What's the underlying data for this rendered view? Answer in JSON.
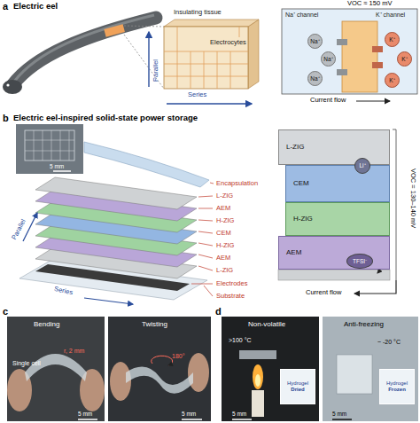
{
  "diagram": {
    "nodes": [
      {
        "text": [
          "Na⁺"
        ]
      },
      {
        "text": [
          "Na⁺"
        ]
      },
      {
        "text": [
          "Na⁺"
        ]
      },
      {
        "text": [
          "K⁺"
        ]
      },
      {
        "text": [
          "K⁺"
        ]
      },
      {
        "text": [
          "K⁺"
        ]
      },
      {
        "text": [
          "L-ZIG"
        ]
      },
      {
        "text": [
          "CEM"
        ]
      },
      {
        "text": [
          "H-ZIG"
        ]
      },
      {
        "text": [
          "AEM"
        ]
      },
      {
        "text": [
          "Li⁺"
        ]
      },
      {
        "text": [
          "TFSI⁻"
        ]
      },
      {
        "text": [
          "Hydrogel",
          "Dried"
        ]
      },
      {
        "text": [
          "Hydrogel",
          "Frozen"
        ]
      }
    ],
    "labels": [
      "a",
      "Electric eel",
      "Insulating tissue",
      "Electrocytes",
      "Parallel",
      "Series",
      "VOC ≈ 150 mV",
      "Na⁺ channel",
      "K⁺ channel",
      "Current flow",
      "b",
      "Electric eel-inspired solid-state power storage",
      "5 mm",
      "Encapsulation",
      "L-ZIG",
      "AEM",
      "H-ZIG",
      "CEM",
      "H-ZIG",
      "AEM",
      "L-ZIG",
      "Electrodes",
      "Substrate",
      "Parallel",
      "Series",
      "VOC = 130–140 mV",
      "Current flow",
      "c",
      "Bending",
      "Twisting",
      "r, 2 mm",
      "Single cell",
      "180°",
      "5 mm",
      "5 mm",
      "d",
      "Non-volatile",
      "Anti-freezing",
      ">100 °C",
      "~ -20 °C",
      "5 mm",
      "5 mm"
    ]
  }
}
